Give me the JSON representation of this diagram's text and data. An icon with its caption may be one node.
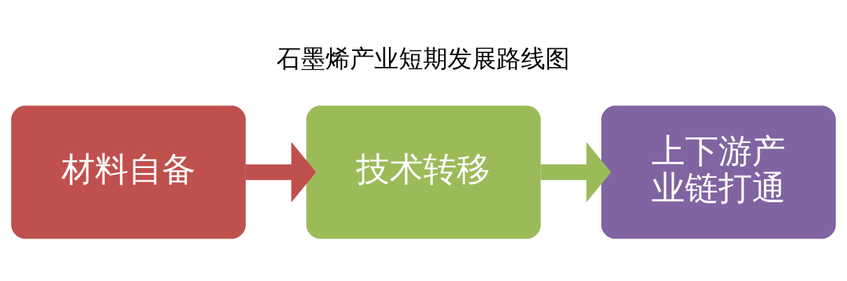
{
  "diagram": {
    "title": "石墨烯产业短期发展路线图",
    "nodes": [
      {
        "text": [
          "材料自备"
        ]
      },
      {
        "text": [
          "技术转移"
        ]
      },
      {
        "text": [
          "上下游产业链打通"
        ]
      }
    ],
    "edges": [
      {
        "from": 0,
        "to": 1,
        "arrow": "to",
        "color": "#c0504d"
      },
      {
        "from": 1,
        "to": 2,
        "arrow": "to",
        "color": "#9bbb59"
      }
    ]
  }
}
